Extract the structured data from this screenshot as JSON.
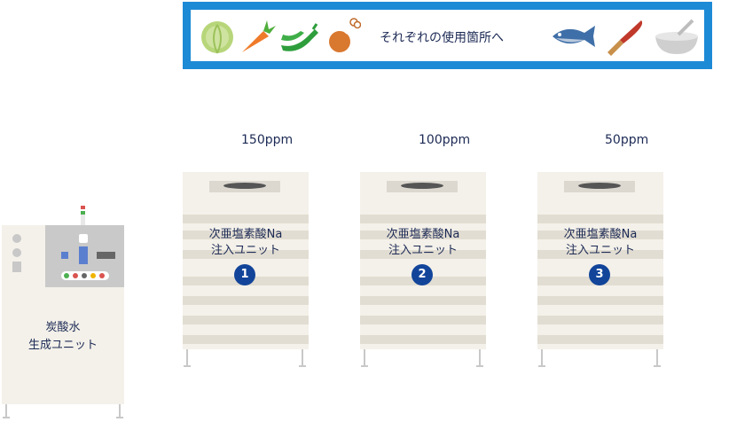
{
  "banner": {
    "text": "それぞれの使用箇所へ",
    "color": "#1d8ad6",
    "icons": [
      "cabbage-icon",
      "carrot-icon",
      "green-pepper-icon",
      "chicken-leg-icon",
      "fish-icon",
      "knife-icon",
      "bowl-icon"
    ]
  },
  "generator": {
    "label_line1": "炭酸水",
    "label_line2": "生成ユニット"
  },
  "units": [
    {
      "ppm": "150ppm",
      "label_line1": "次亜塩素酸Na",
      "label_line2": "注入ユニット",
      "number": "1"
    },
    {
      "ppm": "100ppm",
      "label_line1": "次亜塩素酸Na",
      "label_line2": "注入ユニット",
      "number": "2"
    },
    {
      "ppm": "50ppm",
      "label_line1": "次亜塩素酸Na",
      "label_line2": "注入ユニット",
      "number": "3"
    }
  ],
  "colors": {
    "number_badge": "#12459a",
    "text": "#1c2a55",
    "unit_body": "#f4f1ea",
    "unit_stripe": "#e2ddd2"
  }
}
